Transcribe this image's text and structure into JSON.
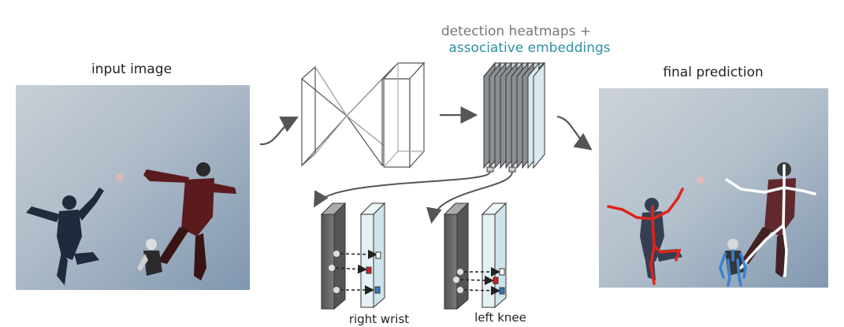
{
  "labels": {
    "input_image": "input image",
    "final_prediction": "final prediction",
    "heatmaps_line1": "detection heatmaps +",
    "heatmaps_line2": "associative embeddings",
    "right_wrist": "right wrist",
    "left_knee": "left knee"
  },
  "colors": {
    "heatmaps_text": "#777777",
    "embeddings_text": "#2f8fa3",
    "skeleton_person_left": "#e0231c",
    "skeleton_person_right": "#ffffff",
    "skeleton_person_small": "#3a82d0",
    "embedding_marker_white": "#ffffff",
    "embedding_marker_red": "#d42020",
    "embedding_marker_blue": "#3a78c0"
  },
  "icons": [
    "curved-arrow-icon",
    "straight-arrow-icon"
  ]
}
